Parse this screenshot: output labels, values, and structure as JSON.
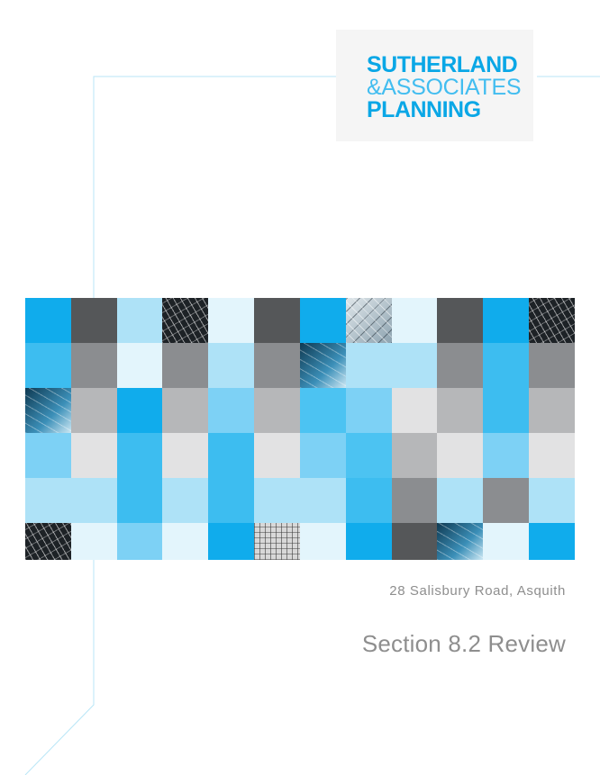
{
  "logo": {
    "line1": "SUTHERLAND",
    "line2": "&ASSOCIATES",
    "line3": "PLANNING"
  },
  "cover": {
    "address": "28 Salisbury Road, Asquith",
    "title": "Section 8.2 Review"
  },
  "colors": {
    "brand_blue": "#0aa7e6",
    "frame_line": "#b9e6f7",
    "text_grey": "#8e8e8e"
  },
  "mosaic": {
    "rows": [
      [
        "#10acec",
        "#555759",
        "#aee2f7",
        "photo-dark",
        "#e3f5fc",
        "#555759",
        "#10acec",
        "photo-mid",
        "#e3f5fc",
        "#555759",
        "#10acec",
        "photo-dark"
      ],
      [
        "#3dbdf0",
        "#8b8d90",
        "#e3f5fc",
        "#8b8d90",
        "#aee2f7",
        "#8b8d90",
        "photo-blue",
        "#aee2f7",
        "#aee2f7",
        "#8b8d90",
        "#3dbdf0",
        "#8b8d90"
      ],
      [
        "photo-blue",
        "#b6b7b9",
        "#10acec",
        "#b6b7b9",
        "#7dd1f5",
        "#b6b7b9",
        "#4cc3f2",
        "#7dd1f5",
        "#e2e2e3",
        "#b6b7b9",
        "#3dbdf0",
        "#b6b7b9"
      ],
      [
        "#7dd1f5",
        "#e2e2e3",
        "#3dbdf0",
        "#e2e2e3",
        "#3dbdf0",
        "#e2e2e3",
        "#7dd1f5",
        "#4cc3f2",
        "#b6b7b9",
        "#e2e2e3",
        "#7dd1f5",
        "#e2e2e3"
      ],
      [
        "#aee2f7",
        "#aee2f7",
        "#3dbdf0",
        "#aee2f7",
        "#3dbdf0",
        "#aee2f7",
        "#aee2f7",
        "#3dbdf0",
        "#8b8d90",
        "#aee2f7",
        "#8b8d90",
        "#aee2f7"
      ],
      [
        "photo-dark",
        "#e3f5fc",
        "#7dd1f5",
        "#e3f5fc",
        "#10acec",
        "photo-grid",
        "#e3f5fc",
        "#10acec",
        "#555759",
        "photo-blue",
        "#e3f5fc",
        "#10acec"
      ]
    ]
  }
}
